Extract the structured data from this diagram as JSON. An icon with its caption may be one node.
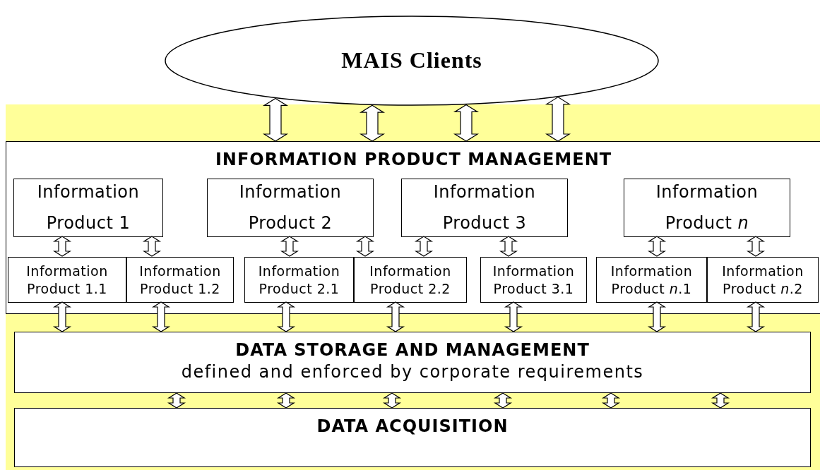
{
  "diagram": {
    "nodes": [
      {
        "text": [
          "MAIS Clients"
        ]
      },
      {
        "text": [
          "INFORMATION PRODUCT MANAGEMENT"
        ]
      },
      {
        "text": [
          "Information Product 1"
        ],
        "in": 1
      },
      {
        "text": [
          "Information Product 2"
        ],
        "in": 1
      },
      {
        "text": [
          "Information Product 3"
        ],
        "in": 1
      },
      {
        "text": [
          "Information Product *n*"
        ],
        "in": 1
      },
      {
        "text": [
          "Information Product 1.1"
        ],
        "in": 1
      },
      {
        "text": [
          "Information Product 1.2"
        ],
        "in": 1
      },
      {
        "text": [
          "Information Product 2.1"
        ],
        "in": 1
      },
      {
        "text": [
          "Information Product 2.2"
        ],
        "in": 1
      },
      {
        "text": [
          "Information Product 3.1"
        ],
        "in": 1
      },
      {
        "text": [
          "Information Product *n*.1"
        ],
        "in": 1
      },
      {
        "text": [
          "Information Product *n*.2"
        ],
        "in": 1
      },
      {
        "text": [
          "DATA STORAGE AND MANAGEMENT",
          "defined and enforced by corporate requirements"
        ]
      },
      {
        "text": [
          "DATA ACQUISITION"
        ]
      }
    ],
    "edges": [
      {
        "from": 0,
        "to": 1,
        "arrow": "both"
      },
      {
        "from": 0,
        "to": 1,
        "arrow": "both"
      },
      {
        "from": 0,
        "to": 1,
        "arrow": "both"
      },
      {
        "from": 0,
        "to": 1,
        "arrow": "both"
      },
      {
        "from": 2,
        "to": 6,
        "arrow": "both"
      },
      {
        "from": 2,
        "to": 7,
        "arrow": "both"
      },
      {
        "from": 3,
        "to": 8,
        "arrow": "both"
      },
      {
        "from": 3,
        "to": 9,
        "arrow": "both"
      },
      {
        "from": 4,
        "to": 9,
        "arrow": "both"
      },
      {
        "from": 4,
        "to": 10,
        "arrow": "both"
      },
      {
        "from": 5,
        "to": 11,
        "arrow": "both"
      },
      {
        "from": 5,
        "to": 12,
        "arrow": "both"
      },
      {
        "from": 6,
        "to": 13,
        "arrow": "both"
      },
      {
        "from": 7,
        "to": 13,
        "arrow": "both"
      },
      {
        "from": 8,
        "to": 13,
        "arrow": "both"
      },
      {
        "from": 9,
        "to": 13,
        "arrow": "both"
      },
      {
        "from": 10,
        "to": 13,
        "arrow": "both"
      },
      {
        "from": 11,
        "to": 13,
        "arrow": "both"
      },
      {
        "from": 12,
        "to": 13,
        "arrow": "both"
      },
      {
        "from": 13,
        "to": 14,
        "arrow": "both"
      },
      {
        "from": 13,
        "to": 14,
        "arrow": "both"
      },
      {
        "from": 13,
        "to": 14,
        "arrow": "both"
      },
      {
        "from": 13,
        "to": 14,
        "arrow": "both"
      },
      {
        "from": 13,
        "to": 14,
        "arrow": "both"
      },
      {
        "from": 13,
        "to": 14,
        "arrow": "both"
      }
    ]
  }
}
